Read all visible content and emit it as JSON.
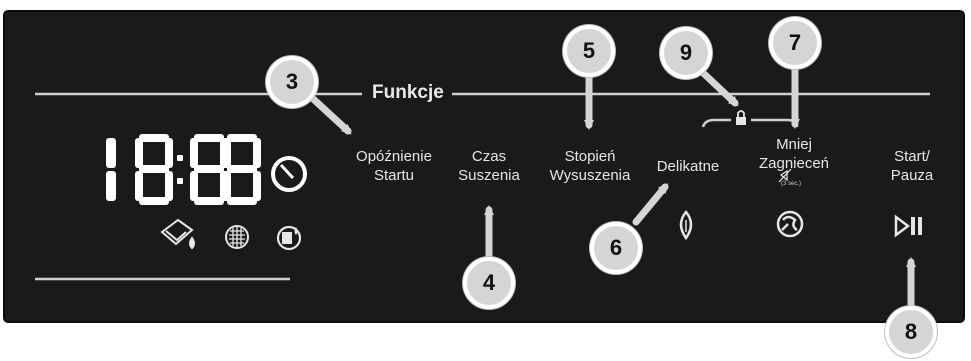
{
  "panel": {
    "section_title": "Funkcje",
    "display": {
      "digits": [
        "1",
        "8",
        "8",
        "8"
      ],
      "colon": ":"
    },
    "buttons": {
      "delay_start": "Opóźnienie\nStartu",
      "drying_time": "Czas\nSuszenia",
      "dryness_level": "Stopień\nWysuszenia",
      "delicate": "Delikatne",
      "less_wrinkles": "Mniej\nZagnieceń",
      "less_wrinkles_note": "(3 sec.)",
      "start_pause": "Start/\nPauza"
    }
  },
  "callouts": [
    "3",
    "4",
    "5",
    "6",
    "7",
    "8",
    "9"
  ],
  "colors": {
    "panel": "#1a1a1a",
    "text": "#e6e6e6",
    "badge": "#d5d5d5",
    "arrow": "#d5d5d5"
  }
}
